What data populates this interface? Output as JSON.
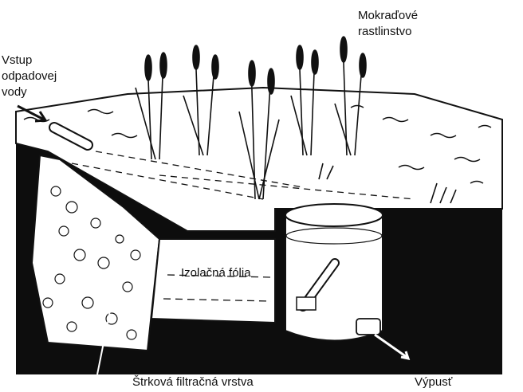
{
  "labels": {
    "plants": [
      "Mokraďové",
      "rastlinstvo"
    ],
    "inlet": [
      "Vstup",
      "odpadovej",
      "vody"
    ],
    "liner": "Izolačná fólia",
    "gravel": "Štrková filtračná vrstva",
    "outlet": "Výpusť"
  },
  "colors": {
    "ink": "#111111",
    "ground": "#0d0d0d",
    "paper": "#ffffff"
  }
}
